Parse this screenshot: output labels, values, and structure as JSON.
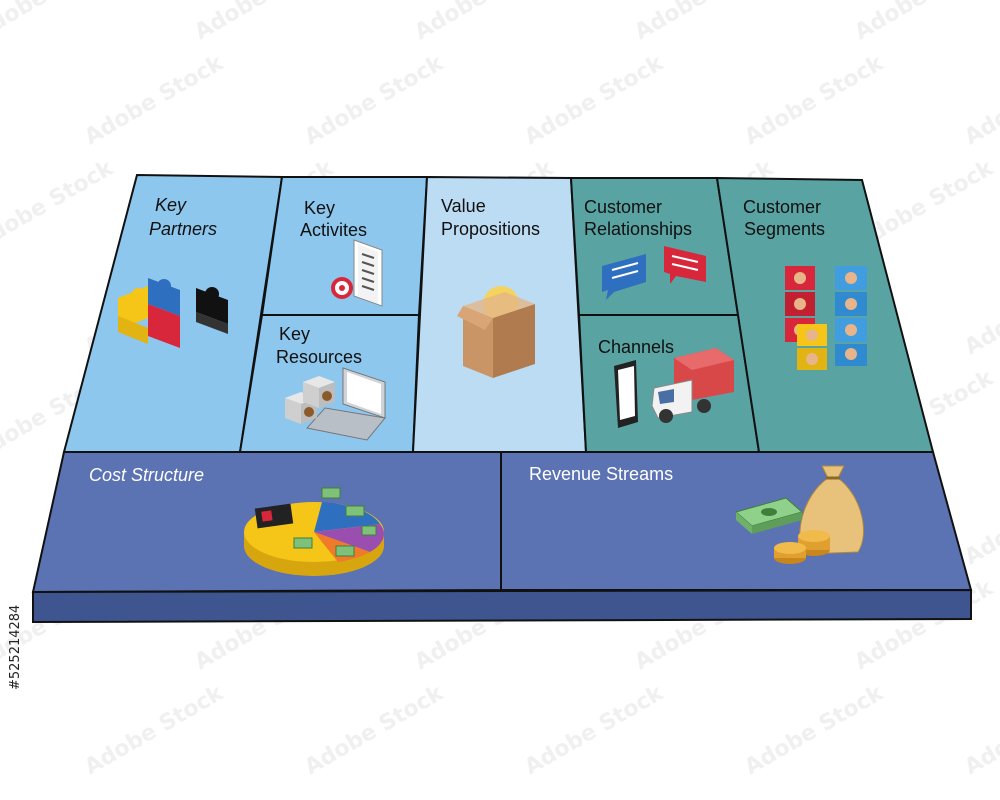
{
  "canvas": {
    "title_lines": {
      "key_partners": [
        "Key",
        "Partners"
      ],
      "key_activities": [
        "Key",
        "Activites"
      ],
      "key_resources": [
        "Key",
        "Resources"
      ],
      "value_propositions": [
        "Value",
        "Propositions"
      ],
      "customer_relationships": [
        "Customer",
        "Relationships"
      ],
      "channels": [
        "Channels"
      ],
      "customer_segments": [
        "Customer",
        "Segments"
      ],
      "cost_structure": [
        "Cost Structure"
      ],
      "revenue_streams": [
        "Revenue Streams"
      ]
    },
    "icons": {
      "key_partners": "puzzle-pieces-icon",
      "key_activities": "checklist-target-icon",
      "key_resources": "laptop-people-icon",
      "value_propositions": "lightbulb-box-icon",
      "customer_relationships": "chat-bubbles-icon",
      "channels": "phone-truck-icon",
      "customer_segments": "people-blocks-icon",
      "cost_structure": "pie-chart-money-icon",
      "revenue_streams": "money-bag-coins-icon"
    }
  },
  "colors": {
    "light_blue": "#8ec7ee",
    "pale_blue": "#bcdcf4",
    "teal": "#5aa3a3",
    "navy": "#5b72b3",
    "navy_side": "#3e5590",
    "outline": "#111111"
  },
  "watermark": {
    "brand": "Adobe Stock",
    "stock_id": "#525214284"
  }
}
